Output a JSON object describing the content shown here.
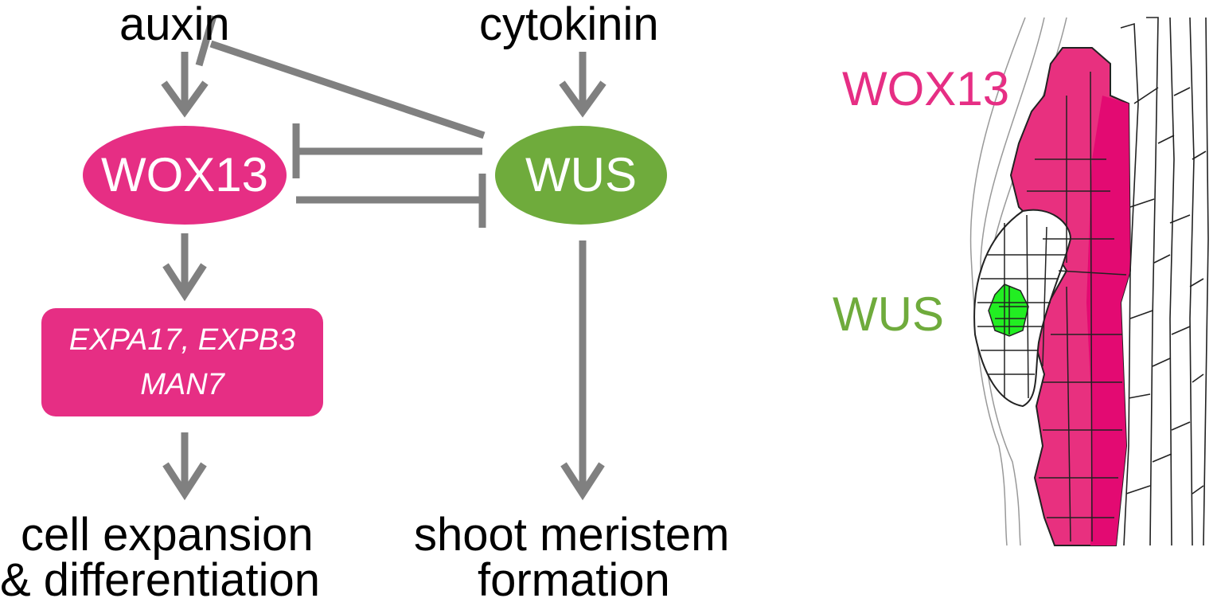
{
  "colors": {
    "wox13": "#e62e84",
    "wus": "#6fab3c",
    "arrow": "#808080",
    "wus_cells": "#22ee22",
    "wox_cells": "#e8307f"
  },
  "inputs": {
    "auxin": "auxin",
    "cytokinin": "cytokinin"
  },
  "nodes": {
    "wox13": "WOX13",
    "wus": "WUS"
  },
  "targets": {
    "line1": "EXPA17, EXPB3",
    "line2": "MAN7"
  },
  "outputs": {
    "left_line1": "cell expansion",
    "left_line2": "& differentiation",
    "right_line1": "shoot meristem",
    "right_line2": "formation"
  },
  "illustration": {
    "label_wox13": "WOX13",
    "label_wus": "WUS"
  }
}
